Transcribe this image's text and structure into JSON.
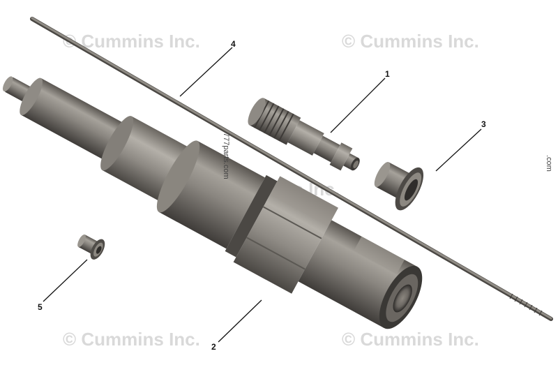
{
  "watermarks": {
    "top_left": "© Cummins Inc.",
    "top_right": "© Cummins Inc.",
    "center": "© Cummins Inc.",
    "bottom_left": "© Cummins Inc.",
    "bottom_right": "© Cummins Inc."
  },
  "side_watermark": "777parts.com",
  "edge_watermark": ".com",
  "callouts": {
    "c1": "1",
    "c2": "2",
    "c3": "3",
    "c4": "4",
    "c5": "5"
  },
  "colors": {
    "body_mid": "#7a7670",
    "body_light": "#a19d96",
    "body_dark": "#4f4c48",
    "rod": "#6f6b66",
    "background": "#ffffff"
  }
}
